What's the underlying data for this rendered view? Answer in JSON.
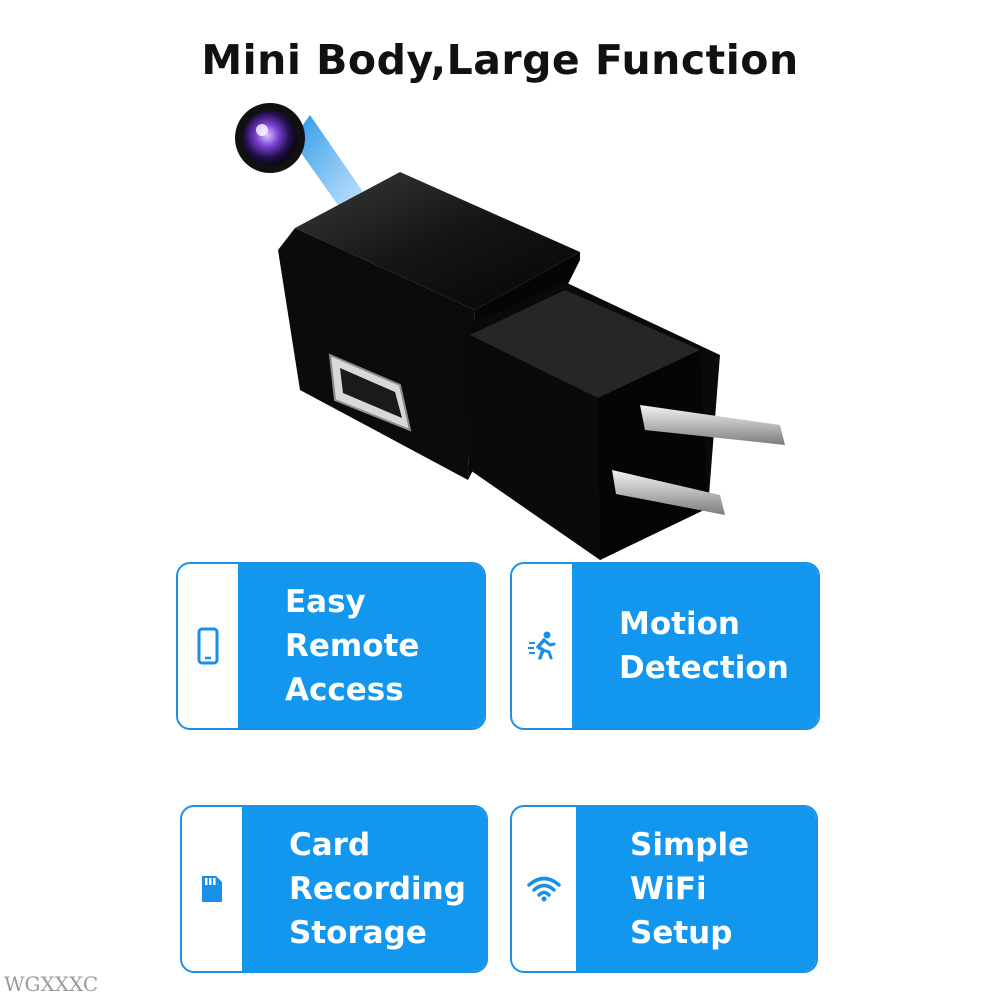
{
  "headline": "Mini Body,Large Function",
  "features": [
    {
      "label": "Easy\nRemote\nAccess",
      "icon": "smartphone-icon"
    },
    {
      "label": "Motion\nDetection",
      "icon": "running-person-icon"
    },
    {
      "label": "Card\nRecording\nStorage",
      "icon": "sd-card-icon"
    },
    {
      "label": "Simple\nWiFi\nSetup",
      "icon": "wifi-icon"
    }
  ],
  "watermark": "WGXXXC",
  "colors": {
    "accent": "#1296ee",
    "border": "#1e90e8",
    "device": "#0a0a0a"
  }
}
